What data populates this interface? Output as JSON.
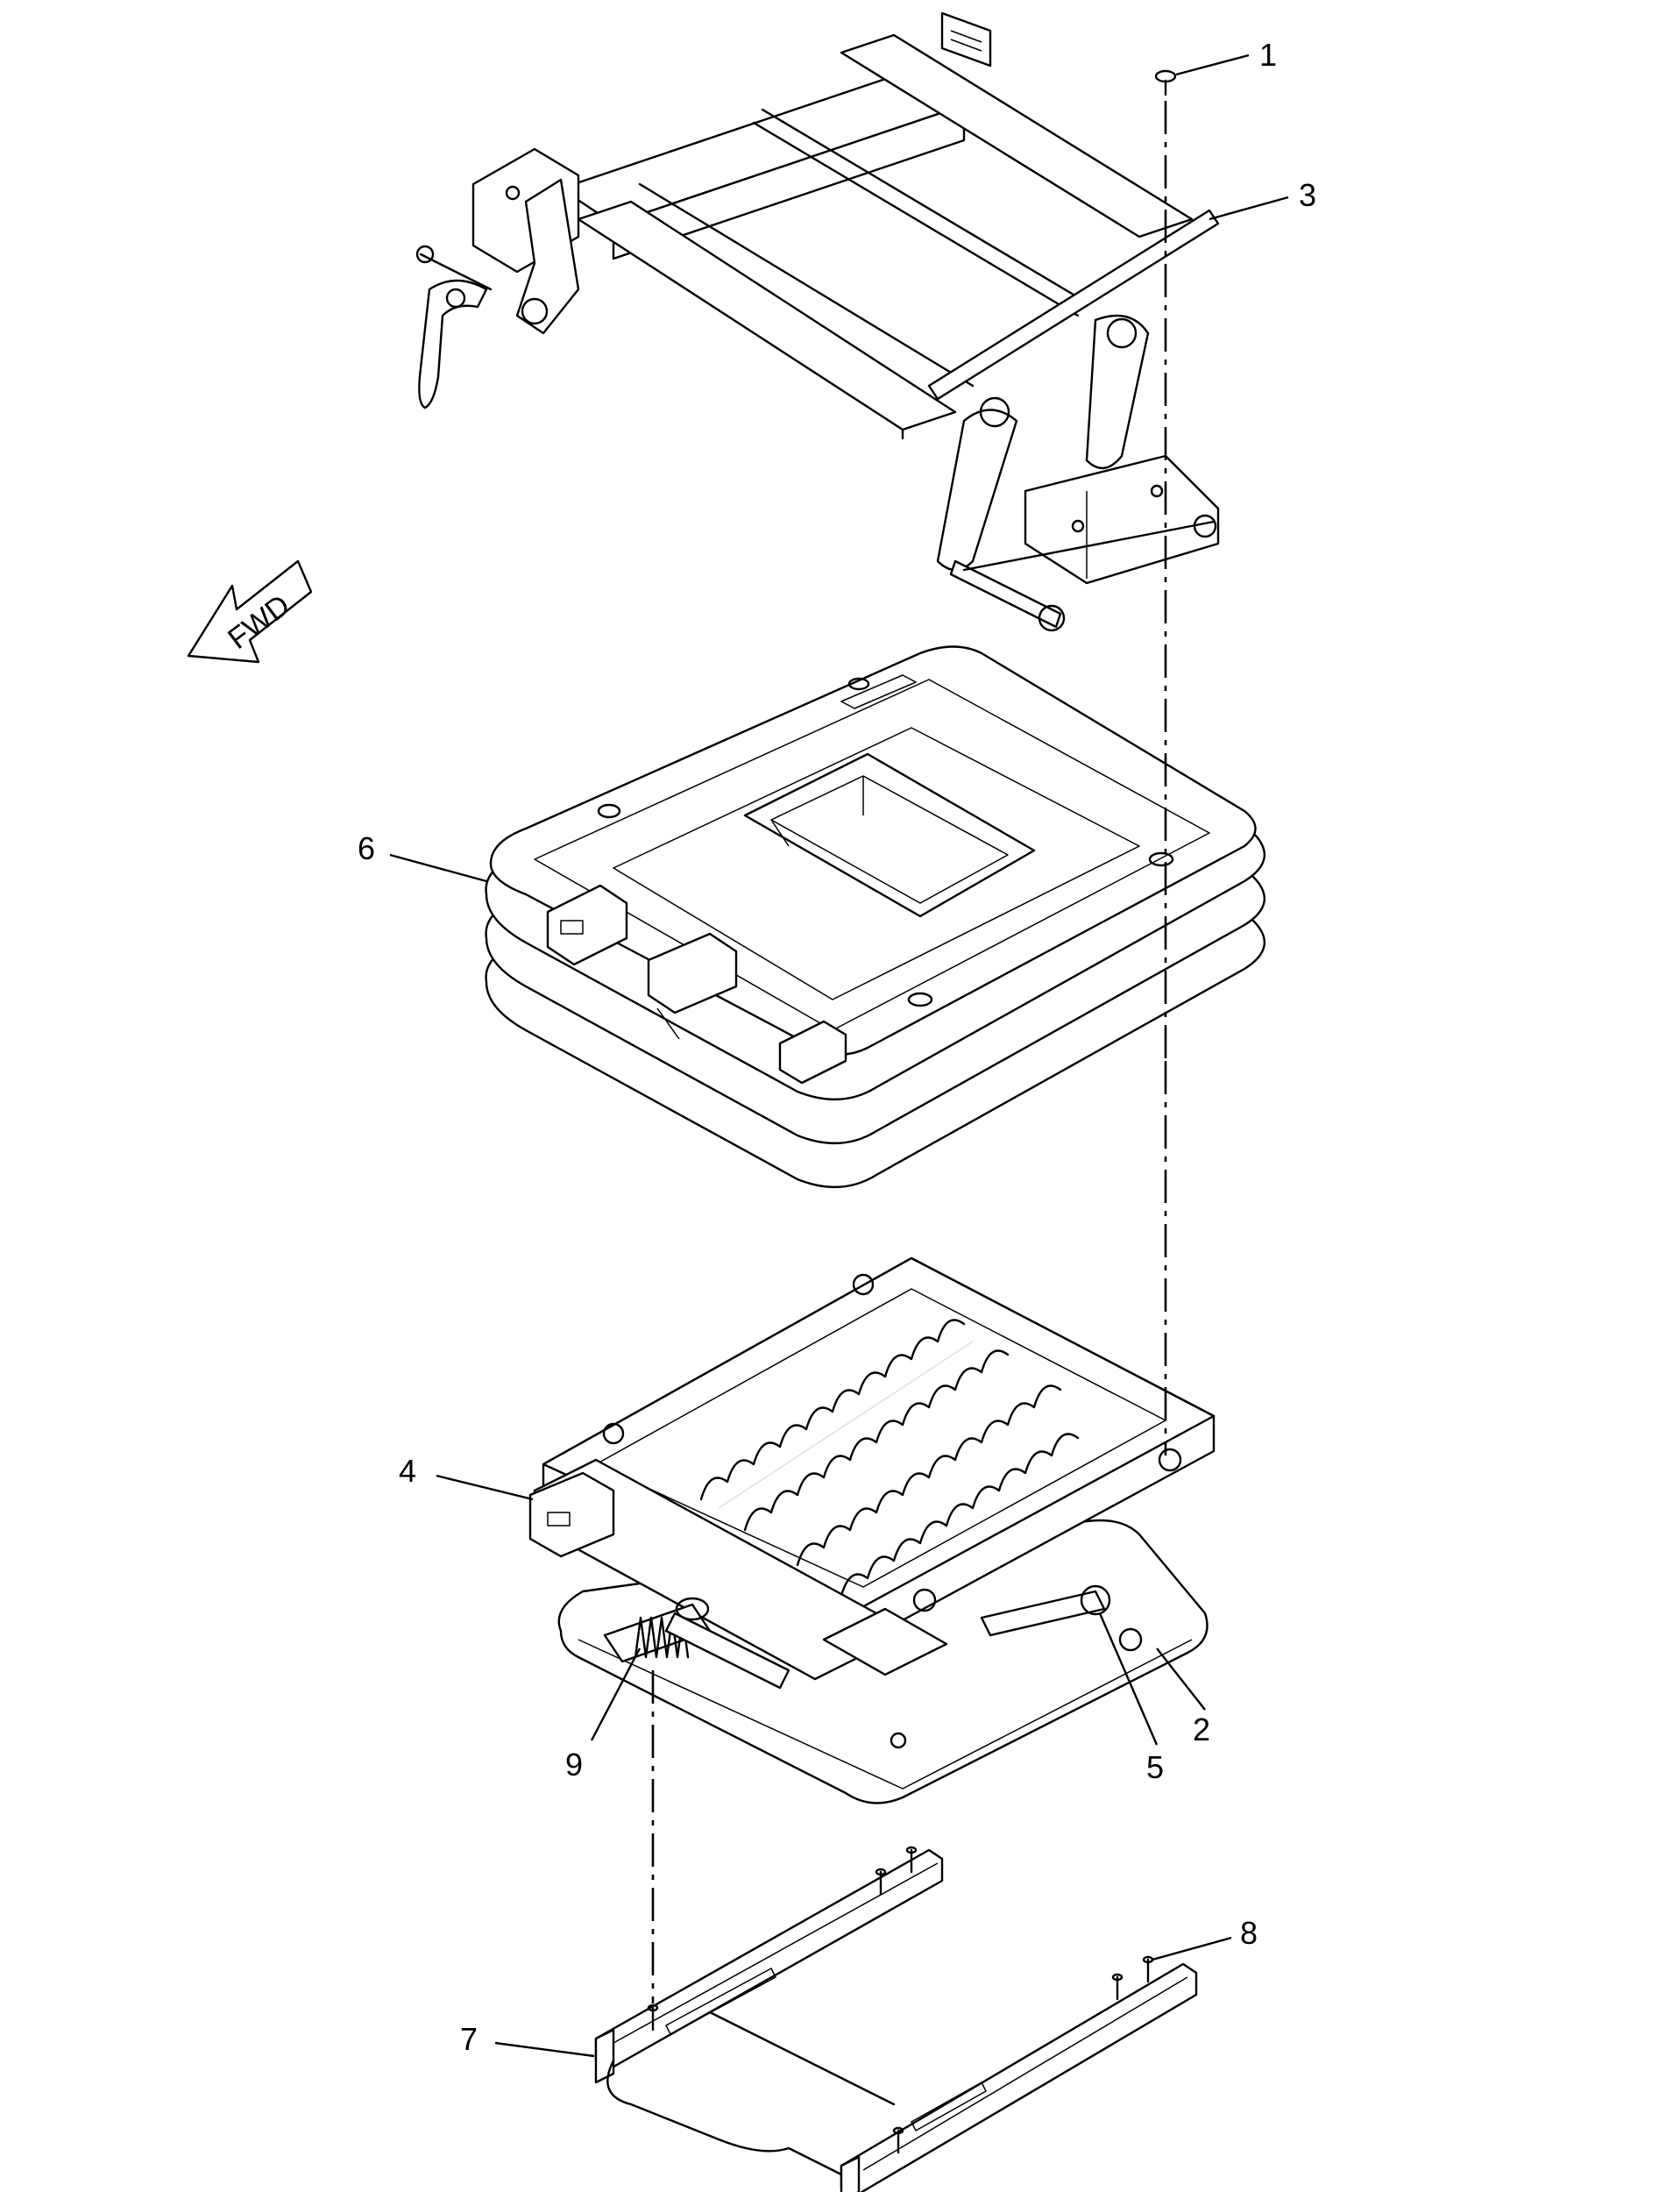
{
  "diagram": {
    "direction_indicator": {
      "text": "FWD"
    },
    "callouts": [
      {
        "id": "c1",
        "label": "1"
      },
      {
        "id": "c2",
        "label": "2"
      },
      {
        "id": "c3",
        "label": "3"
      },
      {
        "id": "c4",
        "label": "4"
      },
      {
        "id": "c5",
        "label": "5"
      },
      {
        "id": "c6",
        "label": "6"
      },
      {
        "id": "c7",
        "label": "7"
      },
      {
        "id": "c8",
        "label": "8"
      },
      {
        "id": "c9",
        "label": "9"
      }
    ]
  }
}
